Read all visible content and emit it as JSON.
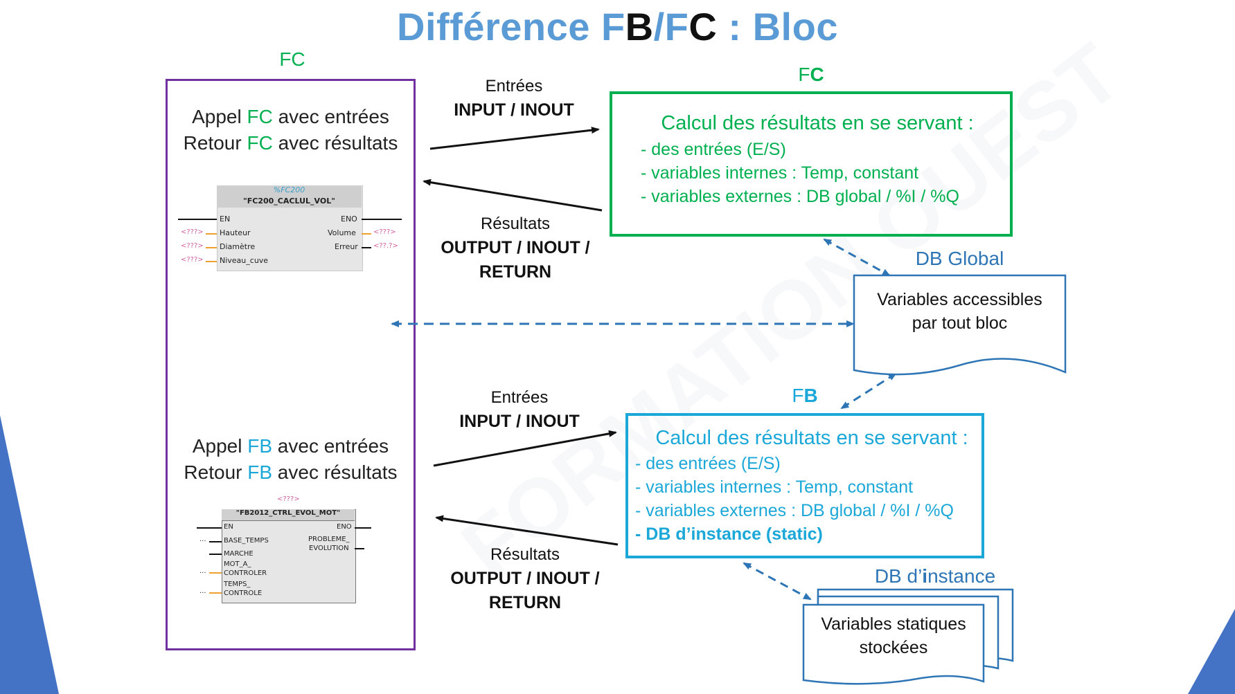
{
  "title": {
    "part1": "Différence F",
    "part2": "B",
    "part3": "/F",
    "part4": "C",
    "part5": " : Bloc"
  },
  "left": {
    "fc_label": "FC",
    "fc_call": {
      "line1_a": "Appel ",
      "line1_b": "FC",
      "line1_c": " avec entrées",
      "line2_a": "Retour ",
      "line2_b": "FC",
      "line2_c": " avec résultats"
    },
    "fb_call": {
      "line1_a": "Appel ",
      "line1_b": "FB",
      "line1_c": " avec entrées",
      "line2_a": "Retour ",
      "line2_b": "FB",
      "line2_c": " avec résultats"
    }
  },
  "fc_block": {
    "id": "%FC200",
    "name": "\"FC200_CACLUL_VOL\"",
    "en": "EN",
    "eno": "ENO",
    "inputs": [
      "Hauteur",
      "Diamètre",
      "Niveau_cuve"
    ],
    "outputs": [
      "Volume",
      "Erreur"
    ],
    "placeholder": "<???>",
    "placeholder_alt": "<??.?>"
  },
  "fb_block": {
    "top_placeholder": "<???>",
    "name": "\"FB2012_CTRL_EVOL_MOT\"",
    "en": "EN",
    "eno": "ENO",
    "inputs": [
      "BASE_TEMPS",
      "MARCHE",
      "MOT_A_",
      "CONTROLER",
      "TEMPS_",
      "CONTROLE"
    ],
    "outputs": [
      "PROBLEME_",
      "EVOLUTION"
    ],
    "dots": "..."
  },
  "arrows": {
    "fc_in": {
      "line1": "Entrées",
      "line2": "INPUT / INOUT"
    },
    "fc_out": {
      "line1": "Résultats",
      "line2": "OUTPUT / INOUT /",
      "line3": "RETURN"
    },
    "fb_in": {
      "line1": "Entrées",
      "line2": "INPUT / INOUT"
    },
    "fb_out": {
      "line1": "Résultats",
      "line2": "OUTPUT / INOUT /",
      "line3": "RETURN"
    }
  },
  "fc_box": {
    "label_a": "F",
    "label_b": "C",
    "title": "Calcul des résultats en se servant :",
    "lines": [
      "- des entrées (E/S)",
      "- variables internes : Temp, constant",
      "- variables externes : DB global / %I / %Q"
    ]
  },
  "fb_box": {
    "label_a": "F",
    "label_b": "B",
    "title": "Calcul des résultats en se servant :",
    "lines": [
      "- des entrées (E/S)",
      "- variables internes : Temp, constant",
      "- variables externes : DB global / %I / %Q"
    ],
    "bold_line": "- DB d’instance (static)"
  },
  "db_global": {
    "label": "DB Global",
    "line1": "Variables accessibles",
    "line2": "par tout bloc"
  },
  "db_instance": {
    "label_a": "DB d’",
    "label_b": "i",
    "label_c": "nstance",
    "line1": "Variables statiques",
    "line2": "stockées"
  },
  "colors": {
    "green": "#00b050",
    "cyan": "#1ba8d8",
    "purple": "#7030a0",
    "title_blue": "#5b9bd5",
    "dash_blue": "#2e75b6"
  }
}
